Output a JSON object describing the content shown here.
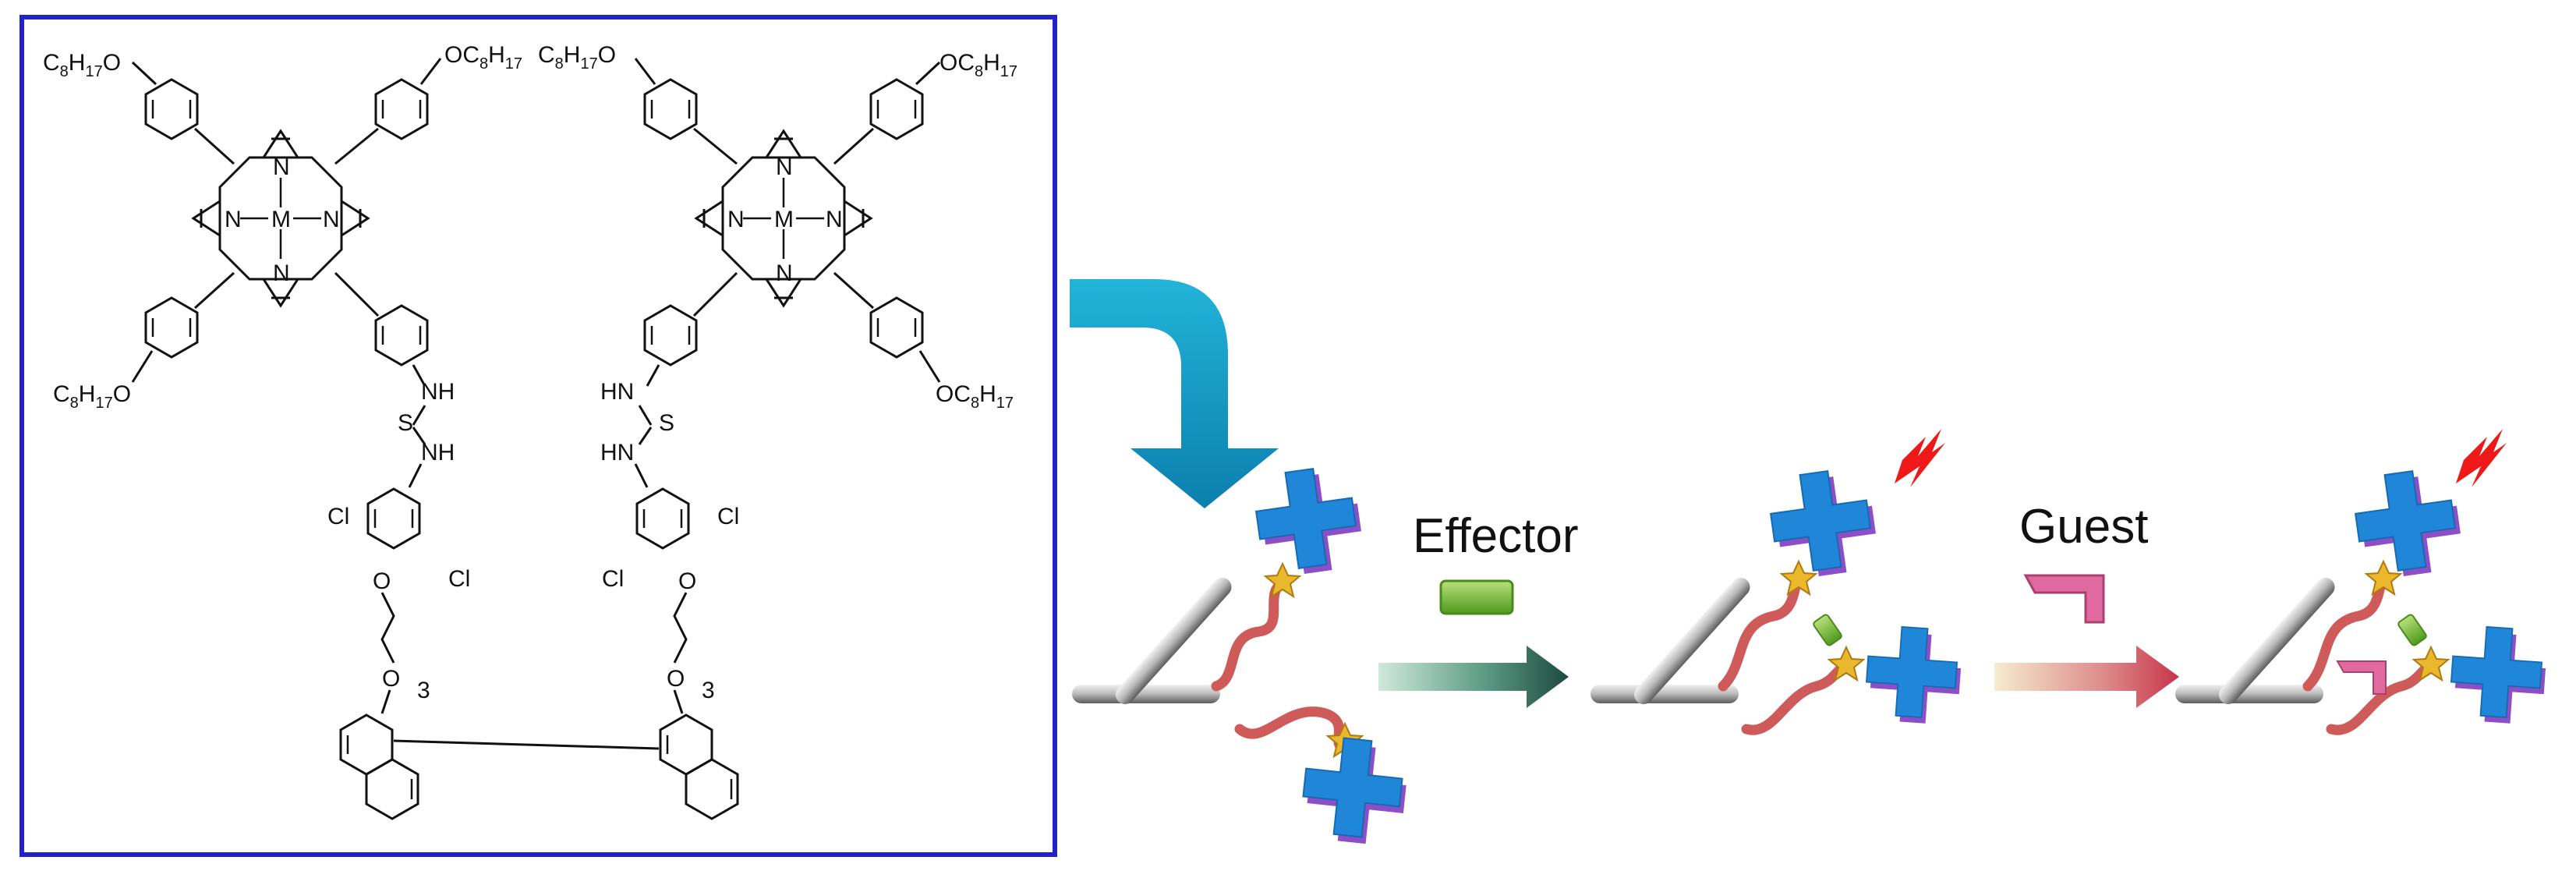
{
  "structure": {
    "frame_color": "#2222cc",
    "left_porphyrin": {
      "top_left_substituent": {
        "main": "C",
        "sub1": "8",
        "mid": "H",
        "sub2": "17",
        "tail": "O"
      },
      "top_right_substituent": {
        "main": "OC",
        "sub1": "8",
        "mid": "H",
        "sub2": "17"
      },
      "bottom_left_substituent": {
        "main": "C",
        "sub1": "8",
        "mid": "H",
        "sub2": "17",
        "tail": "O"
      },
      "metal": "M",
      "n_label": "N",
      "nh_upper": "NH",
      "thio_s": "S",
      "nh_lower": "NH",
      "cl_left": "Cl",
      "cl_right": "Cl",
      "o_label": "O",
      "linker_o": "O",
      "linker_count": "3"
    },
    "right_porphyrin": {
      "top_left_substituent": {
        "main": "C",
        "sub1": "8",
        "mid": "H",
        "sub2": "17",
        "tail": "O"
      },
      "top_right_substituent": {
        "main": "OC",
        "sub1": "8",
        "mid": "H",
        "sub2": "17"
      },
      "bottom_right_substituent": {
        "main": "OC",
        "sub1": "8",
        "mid": "H",
        "sub2": "17"
      },
      "metal": "M",
      "n_label": "N",
      "hn_upper": "HN",
      "thio_s": "S",
      "hn_lower": "HN",
      "cl_left": "Cl",
      "cl_right": "Cl",
      "o_label": "O",
      "linker_o": "O",
      "linker_count": "3"
    }
  },
  "scheme": {
    "effector_label": "Effector",
    "guest_label": "Guest",
    "colors": {
      "blue_arrow": "#1a9fc9",
      "porphyrin_blue": "#1f86d8",
      "porphyrin_edge": "#8c4fc8",
      "linker_red": "#cf5a5a",
      "effector_green": "#7fc33a",
      "guest_pink": "#e06aa0",
      "flash_red": "#ee1a1a",
      "gold": "#e9b82c",
      "arrow1_start": "#cfe9dc",
      "arrow1_end": "#1d4a3e",
      "arrow2_start": "#f4e8c8",
      "arrow2_end": "#c8344a"
    }
  }
}
